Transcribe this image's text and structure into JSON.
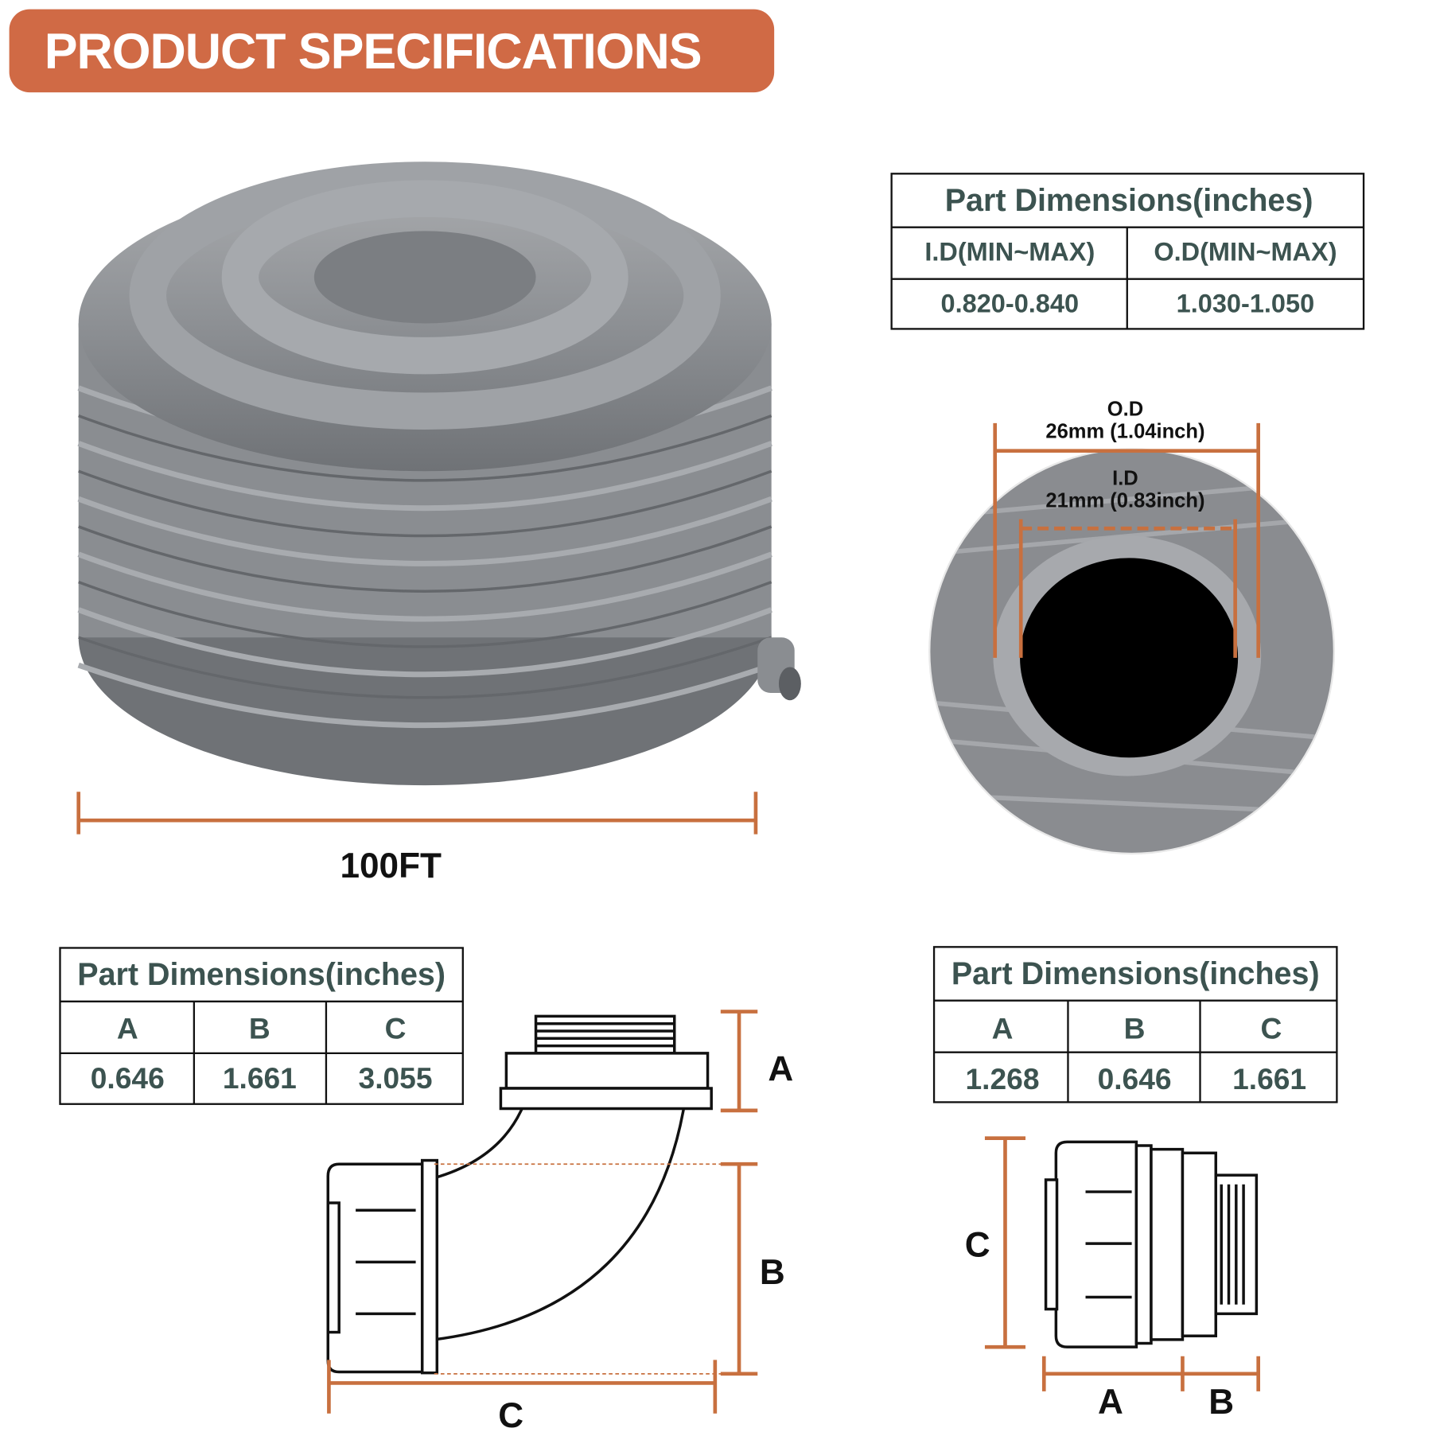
{
  "header": {
    "title": "PRODUCT SPECIFICATIONS",
    "color": "#d06a45"
  },
  "conduit_table": {
    "title": "Part Dimensions(inches)",
    "columns": [
      "I.D(MIN~MAX)",
      "O.D(MIN~MAX)"
    ],
    "values": [
      "0.820-0.840",
      "1.030-1.050"
    ]
  },
  "coil": {
    "length_label": "100FT"
  },
  "cross_section": {
    "od_label": "O.D",
    "od_value": "26mm  (1.04inch)",
    "id_label": "I.D",
    "id_value": "21mm  (0.83inch)"
  },
  "elbow_table": {
    "title": "Part Dimensions(inches)",
    "columns": [
      "A",
      "B",
      "C"
    ],
    "values": [
      "0.646",
      "1.661",
      "3.055"
    ]
  },
  "elbow_diagram": {
    "a": "A",
    "b": "B",
    "c": "C"
  },
  "straight_table": {
    "title": "Part Dimensions(inches)",
    "columns": [
      "A",
      "B",
      "C"
    ],
    "values": [
      "1.268",
      "0.646",
      "1.661"
    ]
  },
  "straight_diagram": {
    "a": "A",
    "b": "B",
    "c": "C"
  },
  "accent_color": "#c8703f"
}
